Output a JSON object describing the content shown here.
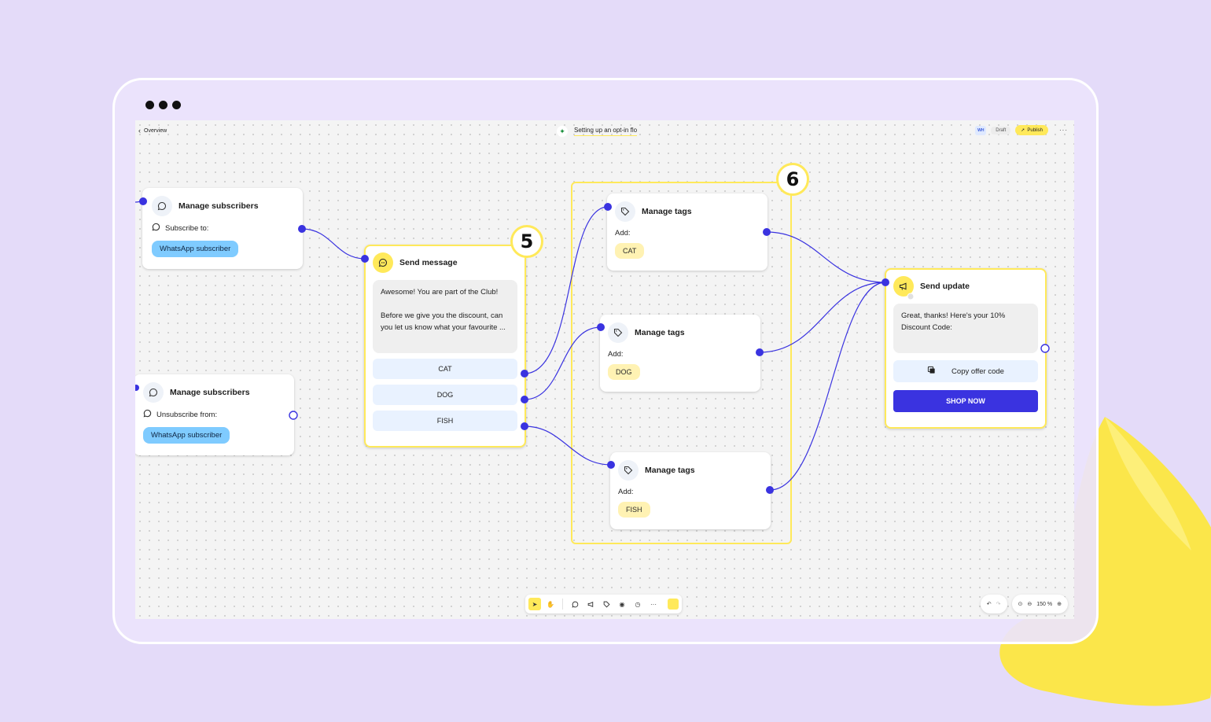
{
  "app": {
    "back_label": "Overview",
    "title": "Setting up an opt-in flo",
    "avatar_initials": "WH",
    "status": "Draft",
    "publish_label": "Publish",
    "more_label": "···"
  },
  "badges": {
    "five": "5",
    "six": "6"
  },
  "nodes": {
    "subscribe": {
      "title": "Manage subscribers",
      "label": "Subscribe to:",
      "pill": "WhatsApp subscriber"
    },
    "unsubscribe": {
      "title": "Manage subscribers",
      "label": "Unsubscribe from:",
      "pill": "WhatsApp subscriber"
    },
    "send_message": {
      "title": "Send message",
      "line1": "Awesome! You are part of the Club!",
      "line2": "Before we give you the discount, can you let us know what your favourite ...",
      "options": [
        "CAT",
        "DOG",
        "FISH"
      ]
    },
    "tags_cat": {
      "title": "Manage tags",
      "add_label": "Add:",
      "tag": "CAT"
    },
    "tags_dog": {
      "title": "Manage tags",
      "add_label": "Add:",
      "tag": "DOG"
    },
    "tags_fish": {
      "title": "Manage tags",
      "add_label": "Add:",
      "tag": "FISH"
    },
    "send_update": {
      "title": "Send update",
      "message": "Great, thanks! Here's your 10% Discount Code:",
      "copy_label": "Copy offer code",
      "shop_label": "SHOP NOW"
    }
  },
  "zoom": {
    "level": "150 %"
  },
  "colors": {
    "accent_yellow": "#ffe95a",
    "wire_blue": "#3a33e0",
    "pill_blue": "#7fcbff",
    "background_lilac": "#e4dbf9"
  }
}
